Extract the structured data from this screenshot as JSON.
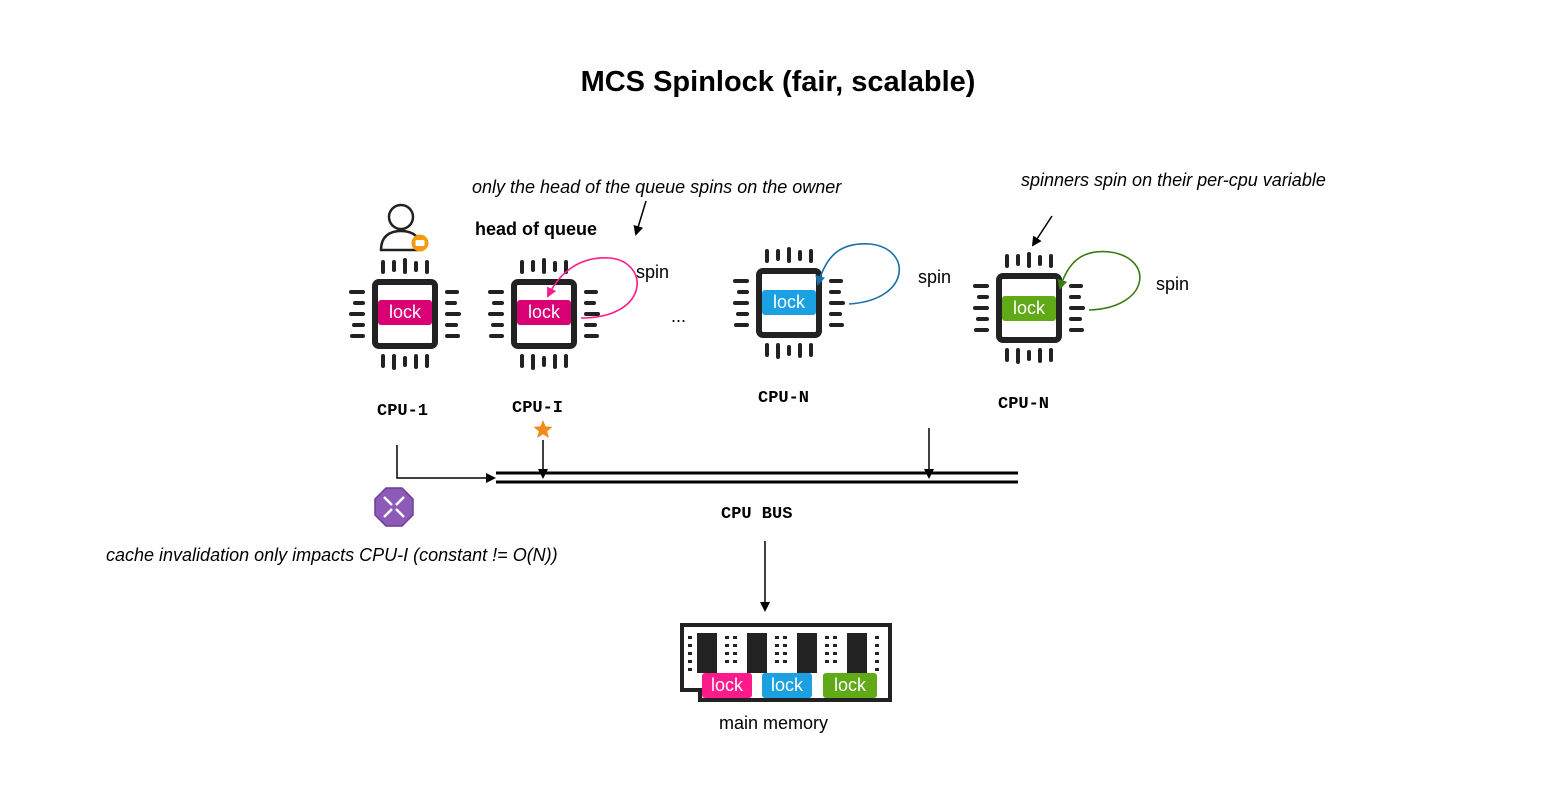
{
  "title": "MCS Spinlock (fair, scalable)",
  "annotations": {
    "head_note": "only the head of the queue spins on the owner",
    "spinners_note": "spinners spin on their per-cpu variable",
    "cache_note": "cache invalidation only impacts CPU-I (constant != O(N))",
    "head_of_queue": "head of queue"
  },
  "cpus": [
    {
      "label": "CPU-1",
      "lock_label": "lock",
      "lock_color": "#d80073",
      "spin_label": ""
    },
    {
      "label": "CPU-I",
      "lock_label": "lock",
      "lock_color": "#d80073",
      "spin_label": "spin"
    },
    {
      "label": "CPU-N",
      "lock_label": "lock",
      "lock_color": "#1ba1e2",
      "spin_label": "spin"
    },
    {
      "label": "CPU-N",
      "lock_label": "lock",
      "lock_color": "#60a917",
      "spin_label": "spin"
    }
  ],
  "ellipsis": "...",
  "bus": {
    "label": "CPU BUS"
  },
  "memory": {
    "label": "main memory",
    "locks": [
      {
        "label": "lock",
        "color": "#d80073"
      },
      {
        "label": "lock",
        "color": "#1ba1e2"
      },
      {
        "label": "lock",
        "color": "#60a917"
      }
    ]
  },
  "icons": [
    "user-briefcase-icon",
    "star-icon",
    "router-icon",
    "cpu-chip-icon",
    "ram-module-icon"
  ]
}
